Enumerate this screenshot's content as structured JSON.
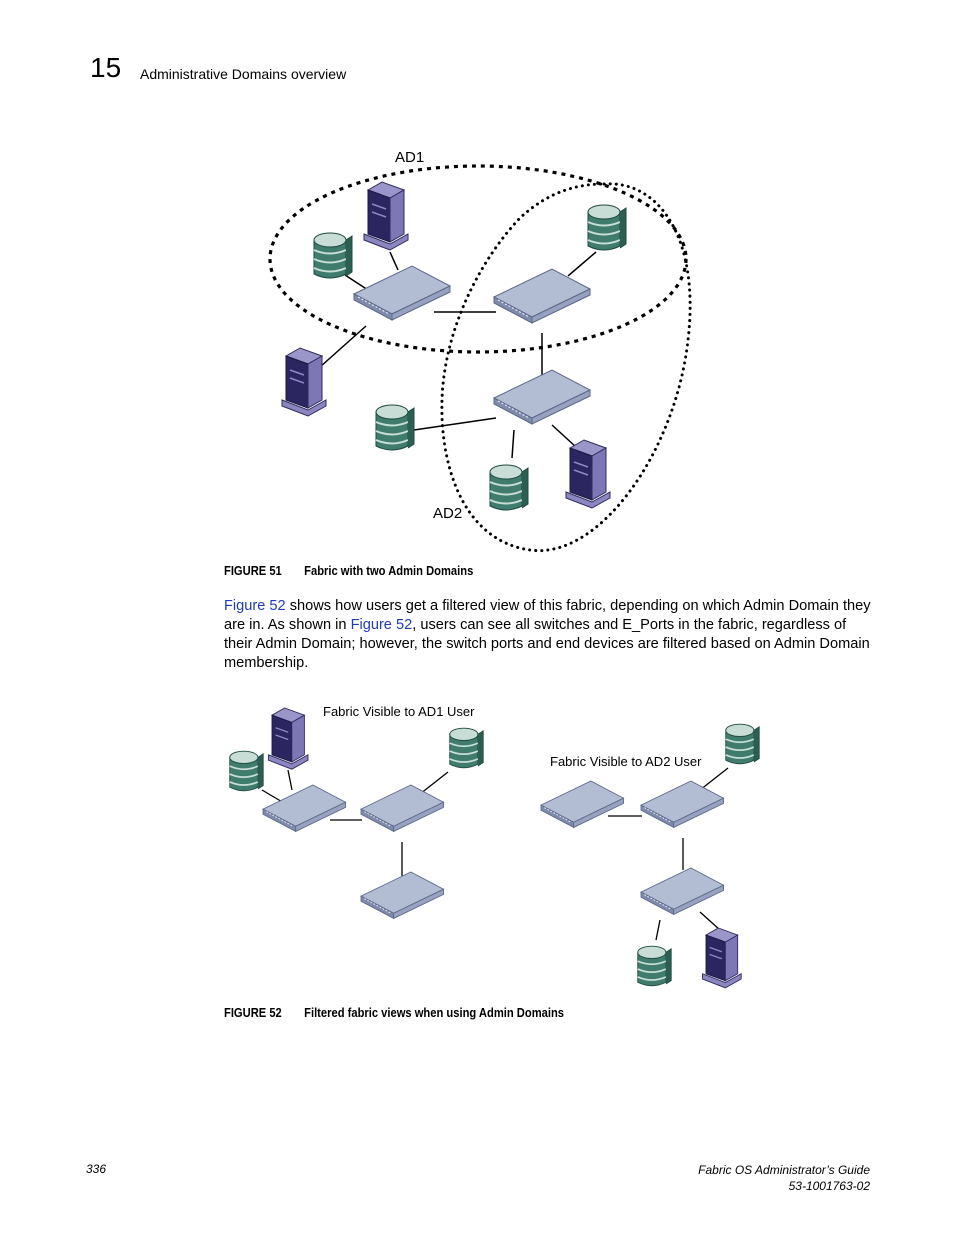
{
  "header": {
    "chapter_number": "15",
    "chapter_title": "Administrative Domains overview"
  },
  "figure51": {
    "label": "FIGURE 51",
    "caption": "Fabric with two Admin Domains",
    "ad1_label": "AD1",
    "ad2_label": "AD2"
  },
  "paragraph": {
    "link1": "Figure 52",
    "text1": " shows how users get a filtered view of this fabric, depending on which Admin Domain they are in. As shown in ",
    "link2": "Figure 52",
    "text2": ", users can see all switches and E_Ports in the fabric, regardless of their Admin Domain; however, the switch ports and end devices are filtered based on Admin Domain membership."
  },
  "figure52": {
    "label": "FIGURE 52",
    "caption": "Filtered fabric views when using Admin Domains",
    "left_title": "Fabric Visible to AD1 User",
    "right_title": "Fabric Visible to AD2 User"
  },
  "footer": {
    "page_number": "336",
    "doc_title": "Fabric OS Administrator’s Guide",
    "doc_number": "53-1001763-02"
  },
  "colors": {
    "switch": "#aeb8ce",
    "storage": "#3e7a6c",
    "server": "#4a4480",
    "link": "#1f3cb5"
  }
}
